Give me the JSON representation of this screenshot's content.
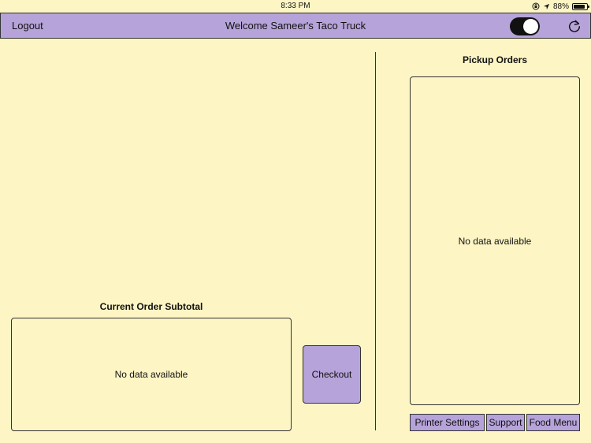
{
  "status_bar": {
    "time": "8:33 PM",
    "battery": "88%",
    "battery_level": 0.88,
    "icons": [
      "screen-lock-icon",
      "location-arrow-icon",
      "battery-icon"
    ]
  },
  "header": {
    "logout_label": "Logout",
    "welcome_text": "Welcome Sameer's Taco Truck",
    "toggle_on": true,
    "refresh_icon": "refresh-icon",
    "accent_color": "#b6a3d9"
  },
  "pickup_orders": {
    "title": "Pickup Orders",
    "empty_text": "No data available"
  },
  "current_order": {
    "title": "Current Order Subtotal",
    "empty_text": "No data available",
    "checkout_label": "Checkout"
  },
  "footer_buttons": {
    "printer_settings": "Printer Settings",
    "support": "Support",
    "food_menu": "Food Menu"
  },
  "colors": {
    "background": "#fdf5c4",
    "accent": "#b6a3d9"
  }
}
